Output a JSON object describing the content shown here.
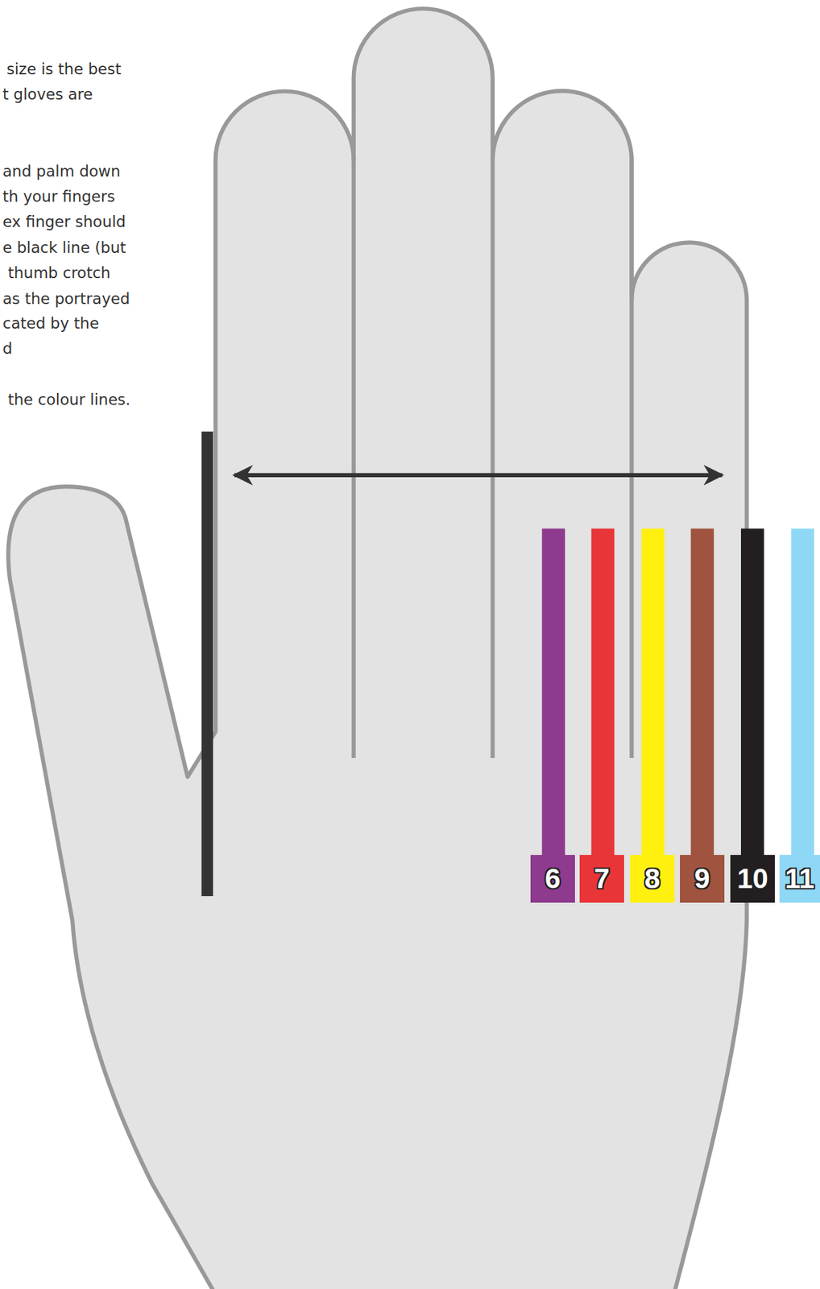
{
  "diagram": {
    "nodes": [
      {
        "text": [
          "6"
        ]
      },
      {
        "text": [
          "7"
        ]
      },
      {
        "text": [
          "8"
        ]
      },
      {
        "text": [
          "9"
        ]
      },
      {
        "text": [
          "10"
        ]
      },
      {
        "text": [
          "11"
        ]
      }
    ],
    "labels": [
      "size is the best",
      "t gloves are",
      "and palm down",
      "th your fingers",
      "ex finger should",
      "e black line (but",
      "thumb crotch",
      "as the portrayed",
      "cated by the",
      "d",
      "the colour lines."
    ]
  }
}
